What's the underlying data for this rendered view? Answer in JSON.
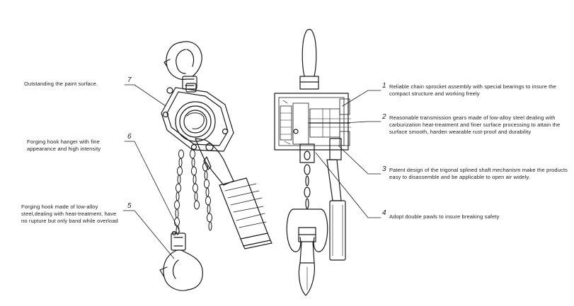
{
  "callouts": [
    {
      "number": "1",
      "text": "Reliable chain sprocket assembly with special bearings to insure the compact structure and working freely"
    },
    {
      "number": "2",
      "text": "Reasonable transmission gears made of low-alloy steel dealing with carburization heat-treatment and finer surface processing to attain the surface smooth, harden wearable rust-proof and durability"
    },
    {
      "number": "3",
      "text": "Patent design of the trigonal splined shaft mechanism make the products easy to disassemble and be applicable to open air widely."
    },
    {
      "number": "4",
      "text": "Adopt double pawls to insure breaking safety"
    },
    {
      "number": "5",
      "text": "Forging hook made of low-alloy steel,dealing with heat-treatment, have no rupture but only band while overload"
    },
    {
      "number": "6",
      "text": "Forging hook hanger with fine appearance and high intensity"
    },
    {
      "number": "7",
      "text": "Outstanding the paint surface."
    }
  ],
  "colors": {
    "ink": "#1a1a1a",
    "background": "#ffffff"
  }
}
